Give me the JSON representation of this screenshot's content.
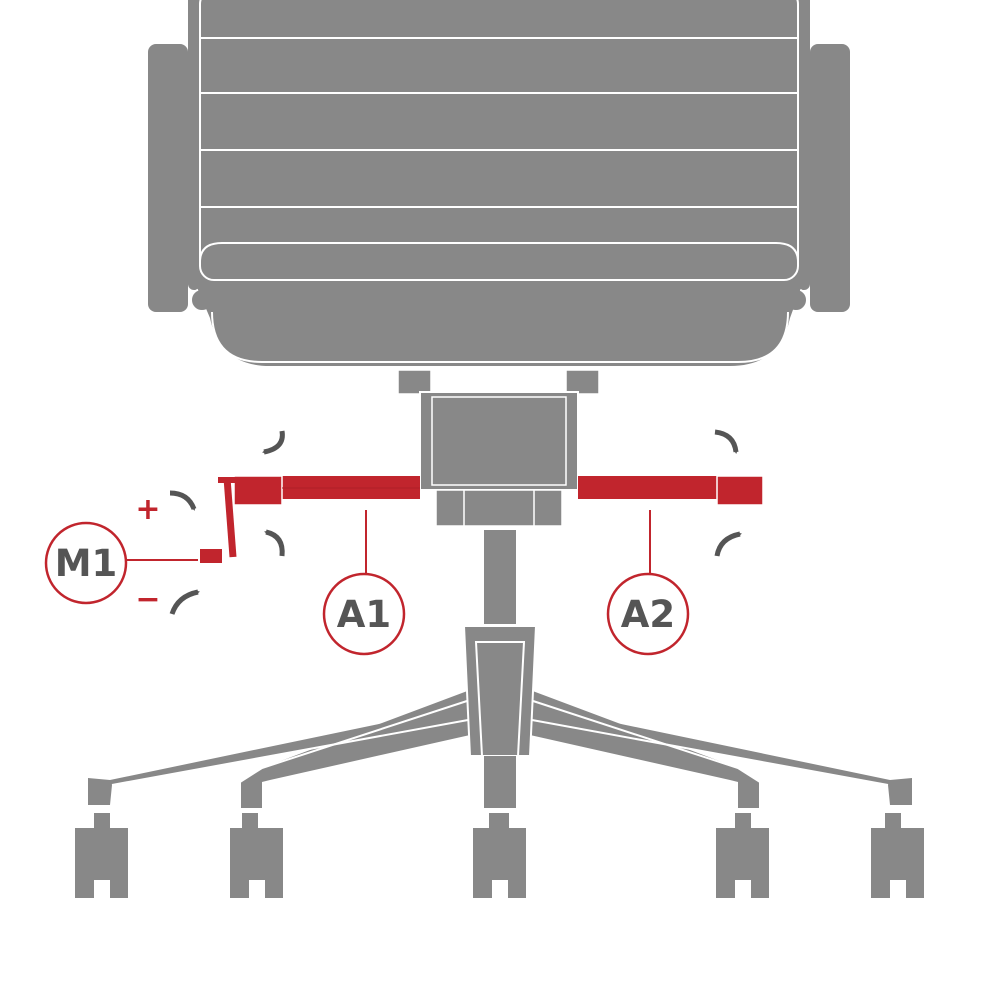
{
  "colors": {
    "chair": "#888888",
    "chair_dark": "#7a7a7a",
    "outline": "#ffffff",
    "accent": "#c1252d",
    "arrow": "#555555",
    "background": "#ffffff"
  },
  "callouts": {
    "m1": "M1",
    "a1": "A1",
    "a2": "A2"
  },
  "signs": {
    "plus": "+",
    "minus": "−"
  },
  "icons": [
    "curved-arrow-icon"
  ]
}
